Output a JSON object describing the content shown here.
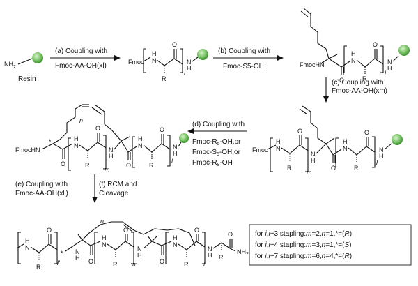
{
  "colors": {
    "resin_bead": "#7ec86b",
    "resin_bead_dark": "#3f8f32",
    "line": "#111111"
  },
  "start": {
    "amine": "NH",
    "amine_sub": "2",
    "resin_label": "Resin"
  },
  "steps": {
    "a": {
      "line1": "(a) Coupling with",
      "line2": "Fmoc-AA-OH(xl)"
    },
    "b": {
      "line1": "(b) Coupling with",
      "line2": "Fmoc-S5-OH"
    },
    "c": {
      "line1": "(c) Coupling with",
      "line2": "Fmoc-AA-OH(xm)"
    },
    "d": {
      "line1": "(d) Coupling with",
      "line2": "Fmoc-R",
      "line2_sub": "5",
      "line2_end": "-OH,or",
      "line3": "Fmoc-S",
      "line3_sub": "5",
      "line3_end": "-OH,or",
      "line4": "Fmoc-R",
      "line4_sub": "8",
      "line4_end": "-OH"
    },
    "e": {
      "line1": "(e) Coupling with",
      "line2": "Fmoc-AA-OH(xl')"
    },
    "f": {
      "line1": "(f) RCM and",
      "line2": "Cleavage"
    }
  },
  "atoms": {
    "fmoc": "Fmoc",
    "fmochn": "FmocHN",
    "h": "H",
    "n": "N",
    "o": "O",
    "r": "R",
    "nh2": "NH",
    "nh2_sub": "2",
    "star": "*",
    "l": "l",
    "m": "m",
    "n_idx": "n",
    "lprime": "l'"
  },
  "stapling": {
    "rows": [
      {
        "pre": "for ",
        "i": "i",
        "mid": ",",
        "i2": "i",
        "rest": "+3 stapling:",
        "m": "m",
        "mval": "=2,",
        "n": "n",
        "nval": "=1,*=(",
        "cfg": "R",
        "close": ")"
      },
      {
        "pre": "for ",
        "i": "i",
        "mid": ",",
        "i2": "i",
        "rest": "+4 stapling:",
        "m": "m",
        "mval": "=3,",
        "n": "n",
        "nval": "=1,*=(",
        "cfg": "S",
        "close": ")"
      },
      {
        "pre": "for ",
        "i": "i",
        "mid": ",",
        "i2": "i",
        "rest": "+7 stapling:",
        "m": "m",
        "mval": "=6,",
        "n": "n",
        "nval": "=4,*=(",
        "cfg": "R",
        "close": ")"
      }
    ]
  }
}
